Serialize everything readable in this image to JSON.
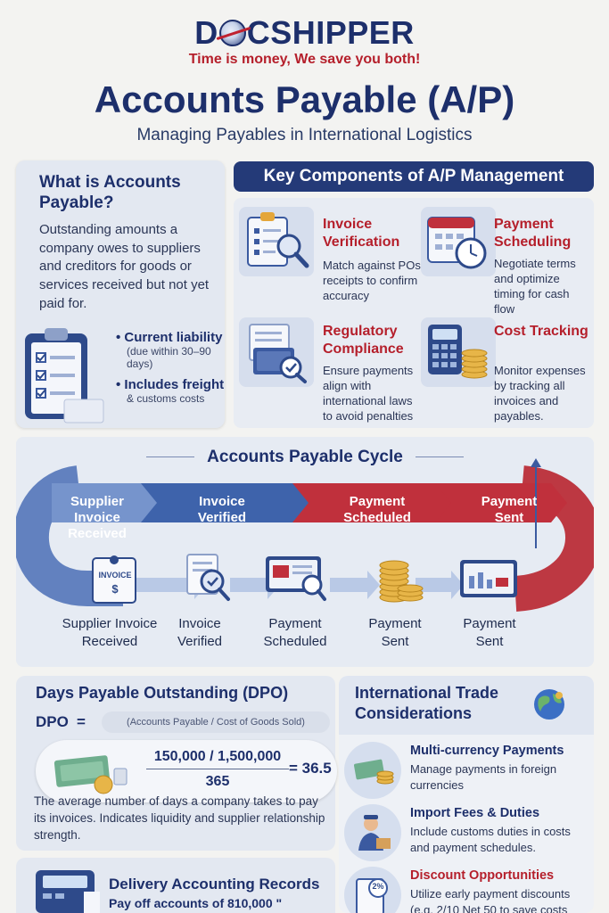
{
  "header": {
    "logo_text_left": "D",
    "logo_text_right": "CSHIPPER",
    "tagline": "Time is money, We save you both!",
    "title": "Accounts Payable (A/P)",
    "subtitle": "Managing Payables in International Logistics"
  },
  "what_is": {
    "heading": "What is Accounts Payable?",
    "description": "Outstanding amounts a company owes to suppliers and creditors for goods or services received but not yet paid for.",
    "bullets": [
      {
        "main": "Current liability",
        "sub": "(due within 30–90 days)"
      },
      {
        "main": "Includes freight",
        "sub": "& customs costs"
      }
    ]
  },
  "key_components": {
    "heading": "Key Components of A/P Management",
    "items": [
      {
        "title": "Invoice Verification",
        "desc": "Match against POs & receipts to confirm accuracy",
        "icon": "invoice-magnifier-icon"
      },
      {
        "title": "Payment Scheduling",
        "desc": "Negotiate terms and optimize timing for cash flow",
        "icon": "calendar-clock-icon"
      },
      {
        "title": "Regulatory Compliance",
        "desc": "Ensure payments align with international laws to avoid penalties",
        "icon": "documents-check-icon"
      },
      {
        "title": "Cost Tracking",
        "desc": "Monitor expenses by tracking all invoices and payables.",
        "icon": "calculator-coins-icon"
      }
    ]
  },
  "cycle": {
    "heading": "Accounts Payable Cycle",
    "arrows": [
      "Supplier Invoice Received",
      "Invoice Verified",
      "Payment Scheduled",
      "Payment Sent"
    ],
    "invoice_icon_text": "INVOICE",
    "invoice_icon_symbol": "$",
    "steps": [
      "Supplier Invoice Received",
      "Invoice Verified",
      "Payment Scheduled",
      "Payment Sent",
      "Payment Sent"
    ]
  },
  "dpo": {
    "heading": "Days Payable Outstanding (DPO)",
    "formula_label": "DPO",
    "formula_eq": "=",
    "formula_text": "(Accounts Payable  /  Cost of Goods Sold)",
    "numerator": "150,000 / 1,500,000",
    "denominator": "365",
    "result": "= 36.5",
    "description": "The average number of days a company takes to pay its invoices. Indicates liquidity and supplier relationship strength."
  },
  "intl": {
    "heading": "International Trade Considerations",
    "items": [
      {
        "title": "Multi-currency Payments",
        "desc": "Manage payments in foreign currencies",
        "title_color": "#1d2f6b"
      },
      {
        "title": "Import Fees & Duties",
        "desc": "Include customs duties in costs and payment schedules.",
        "title_color": "#1d2f6b"
      },
      {
        "title": "Discount Opportunities",
        "desc": "Utilize early payment discounts (e.g. 2/10 Net 50 to save costs",
        "title_color": "#b51f2b"
      }
    ],
    "discount_badge": "2%"
  },
  "delivery": {
    "heading": "Delivery Accounting Records",
    "text": "Pay off accounts of 810,000 \""
  },
  "colors": {
    "navy": "#1d2f6b",
    "red": "#b51f2b",
    "blue_arrow": "#4a6fb5",
    "red_arrow": "#c0303c"
  }
}
